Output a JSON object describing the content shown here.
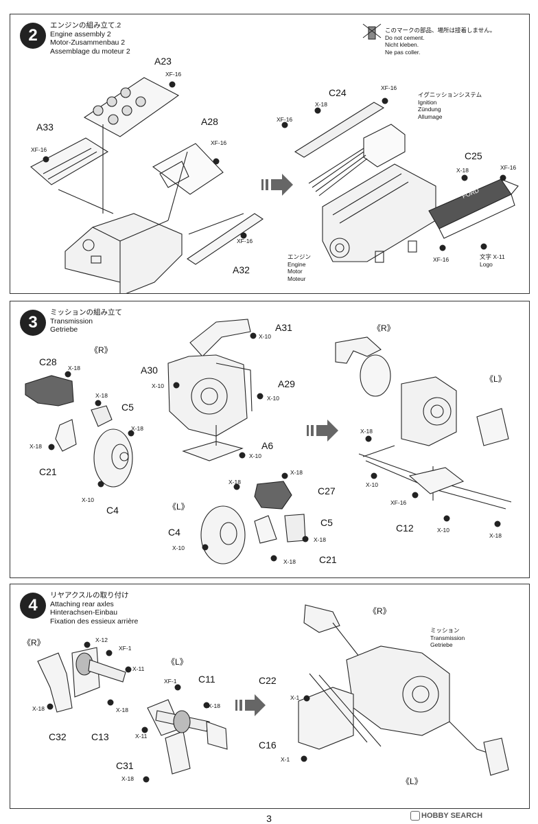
{
  "steps": [
    {
      "number": "2",
      "title_ja": "エンジンの組み立て.2",
      "title_en": "Engine assembly 2",
      "title_de": "Motor-Zusammenbau 2",
      "title_fr": "Assemblage du moteur 2",
      "parts": {
        "a23": "A23",
        "a33": "A33",
        "a28": "A28",
        "a32": "A32",
        "c24": "C24",
        "c25": "C25"
      },
      "screws": {
        "xf16": "XF-16",
        "x18": "X-18",
        "x11": "X-11"
      },
      "no_cement": [
        "このマークの部品、場所は接着しません。",
        "Do not cement.",
        "Nicht kleben.",
        "Ne pas coller."
      ],
      "ignition": [
        "イグニッションシステム",
        "Ignition",
        "Zündung",
        "Allumage"
      ],
      "engine": [
        "エンジン",
        "Engine",
        "Motor",
        "Moteur"
      ],
      "logo": [
        "文字",
        "Logo"
      ],
      "ford": "FORD"
    },
    {
      "number": "3",
      "title_ja": "ミッションの組み立て",
      "title_en": "Transmission",
      "title_de": "Getriebe",
      "parts": {
        "a31": "A31",
        "a30": "A30",
        "a29": "A29",
        "a6": "A6",
        "c28": "C28",
        "c5": "C5",
        "c21": "C21",
        "c4": "C4",
        "c27": "C27",
        "c12": "C12"
      },
      "screws": {
        "x10": "X-10",
        "x18": "X-18",
        "xf16": "XF-16"
      },
      "right": "《R》",
      "left": "《L》"
    },
    {
      "number": "4",
      "title_ja": "リヤアクスルの取り付け",
      "title_en": "Attaching rear axles",
      "title_de": "Hinterachsen-Einbau",
      "title_fr": "Fixation des essieux arrière",
      "parts": {
        "c32": "C32",
        "c13": "C13",
        "c11": "C11",
        "c31": "C31",
        "c22": "C22",
        "c16": "C16"
      },
      "screws": {
        "x12": "X-12",
        "xf1": "XF-1",
        "x11": "X-11",
        "x18": "X-18",
        "x1": "X-1"
      },
      "right": "《R》",
      "left": "《L》",
      "transmission": [
        "ミッション",
        "Transmission",
        "Getriebe"
      ]
    }
  ],
  "page_number": "3",
  "watermark": "HOBBY SEARCH"
}
